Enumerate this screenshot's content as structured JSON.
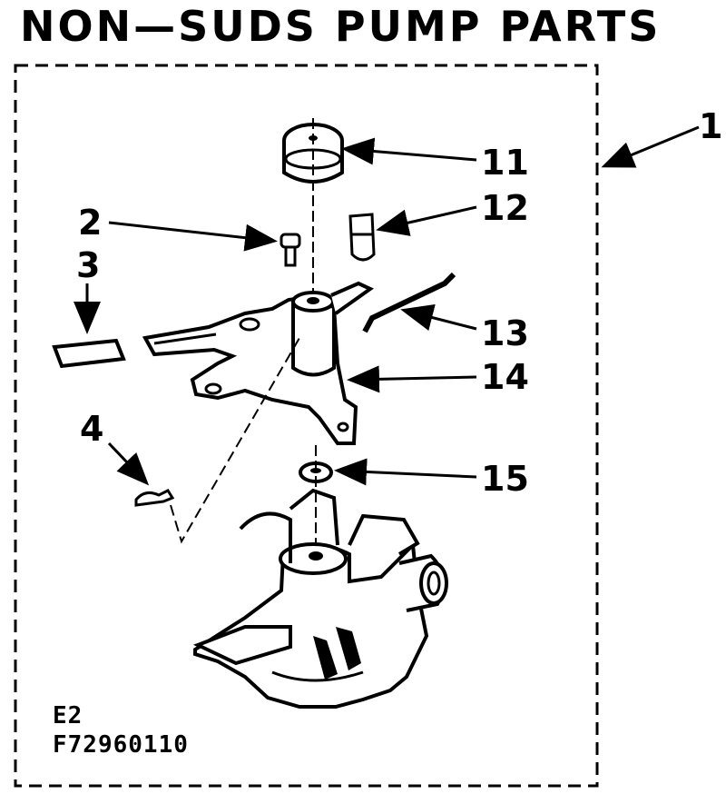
{
  "title": "NON—SUDS PUMP PARTS",
  "callouts": {
    "c1": "1",
    "c2": "2",
    "c3": "3",
    "c4": "4",
    "c11": "11",
    "c12": "12",
    "c13": "13",
    "c14": "14",
    "c15": "15"
  },
  "footer": {
    "section": "E2",
    "figure_code": "F72960110"
  }
}
